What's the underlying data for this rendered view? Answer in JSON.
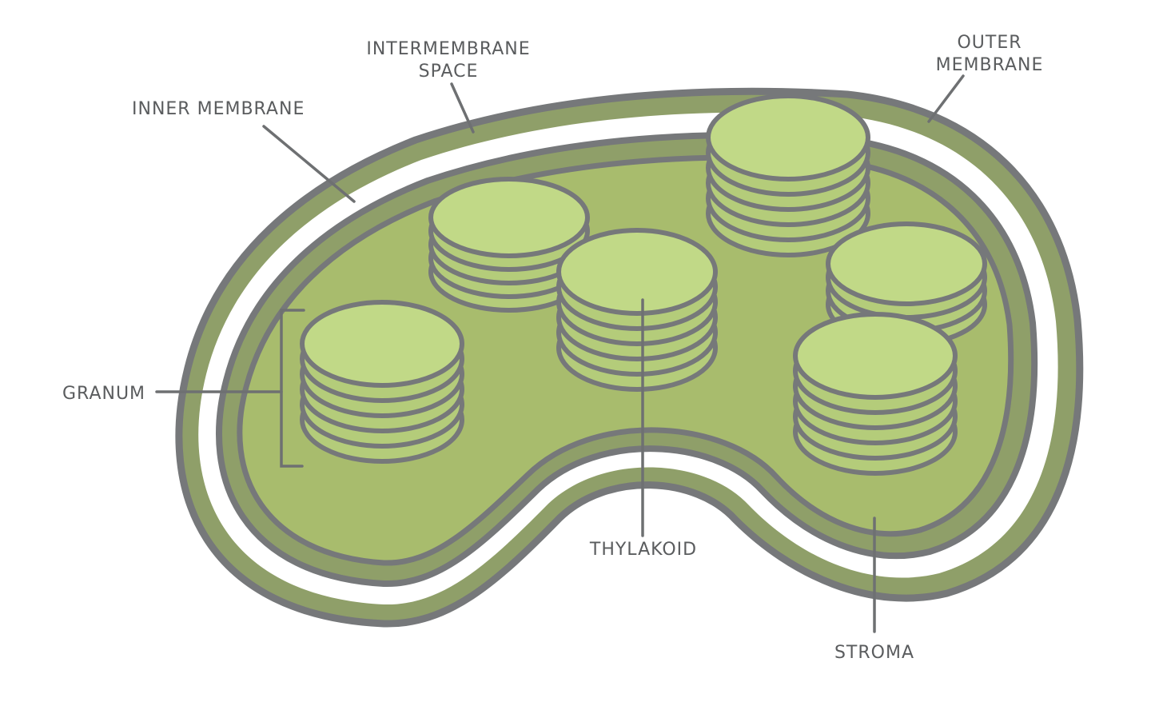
{
  "labels": {
    "intermembrane_space_line1": "INTERMEMBRANE",
    "intermembrane_space_line2": "SPACE",
    "outer_membrane_line1": "OUTER",
    "outer_membrane_line2": "MEMBRANE",
    "inner_membrane": "INNER MEMBRANE",
    "granum": "GRANUM",
    "thylakoid": "THYLAKOID",
    "stroma": "STROMA"
  },
  "colors": {
    "membrane": "#8f9f69",
    "outline": "#76787a",
    "intermembrane": "#ffffff",
    "stroma": "#a8bc6d",
    "thylakoid_top": "#c1d987",
    "thylakoid_side": "#b4cc7a"
  }
}
